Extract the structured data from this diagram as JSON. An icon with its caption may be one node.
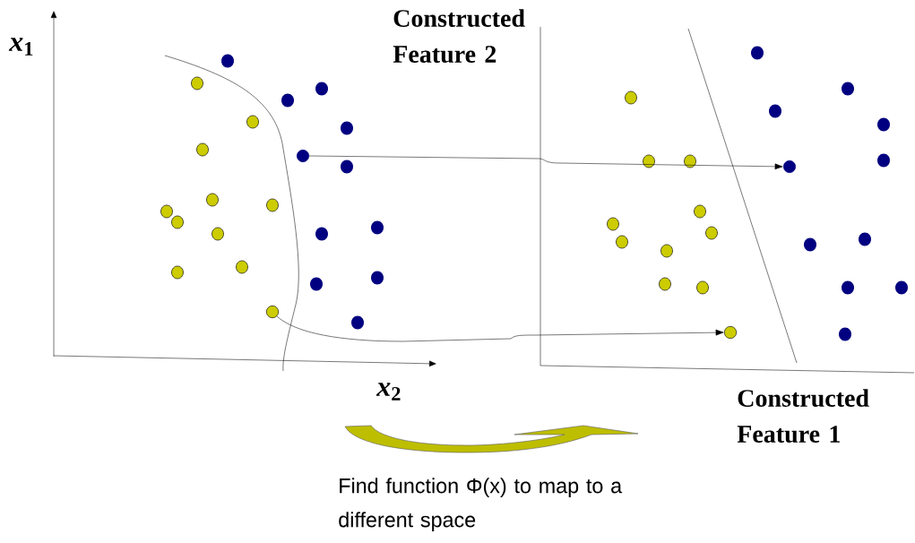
{
  "diagram": {
    "nodes": [
      {
        "text": [],
        "shape": "circle"
      },
      {
        "text": [],
        "shape": "circle"
      },
      {
        "text": [],
        "shape": "circle"
      },
      {
        "text": [],
        "shape": "circle"
      }
    ],
    "edges": [
      {
        "from": 0,
        "to": 1,
        "arrow": "to"
      },
      {
        "from": 2,
        "to": 3,
        "arrow": "to"
      }
    ],
    "labels": [
      "*x*$_{1}$",
      "*x*$_{2}$",
      "Constructed Feature 2",
      "Constructed Feature 1",
      "Find function Φ(x) to map to a different space"
    ]
  }
}
